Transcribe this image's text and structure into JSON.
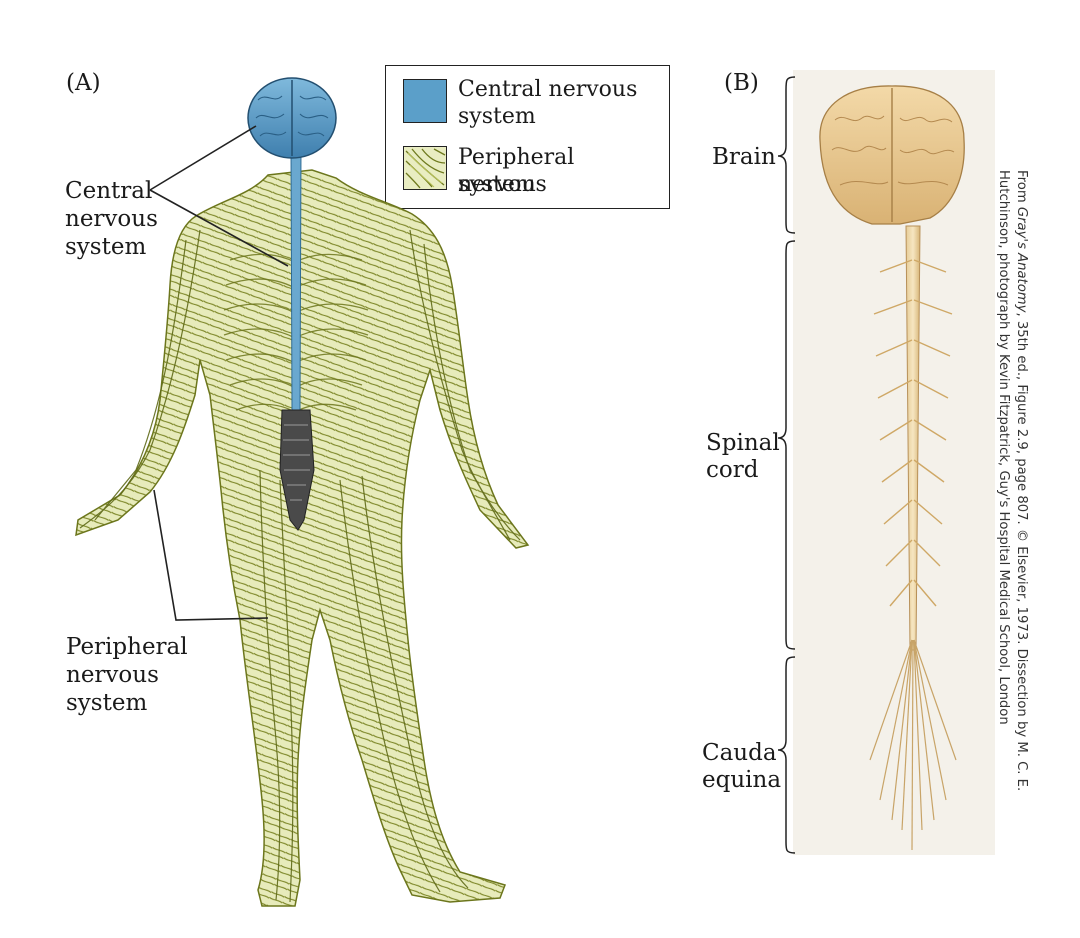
{
  "panel_a": {
    "letter": "(A)",
    "label_cns": [
      "Central",
      "nervous",
      "system"
    ],
    "label_pns": [
      "Peripheral",
      "nervous",
      "system"
    ]
  },
  "legend": {
    "cns": [
      "Central nervous",
      "system"
    ],
    "pns": [
      "Peripheral nervous",
      "system"
    ],
    "cns_color": "#5b9fc9",
    "pns_color": "#c9cf7a"
  },
  "panel_b": {
    "letter": "(B)",
    "brain": "Brain",
    "spinal": [
      "Spinal",
      "cord"
    ],
    "cauda": [
      "Cauda",
      "equina"
    ]
  },
  "credit": {
    "prefix": "From ",
    "italic": "Gray's Anatomy",
    "line1_rest": ", 35th ed., Figure 2.9, page 807. © Elsevier, 1973. Dissection by M. C. E.",
    "line2": "Hutchinson, photograph by Kevin Fitzpatrick, Guy's Hospital Medical School, London"
  }
}
